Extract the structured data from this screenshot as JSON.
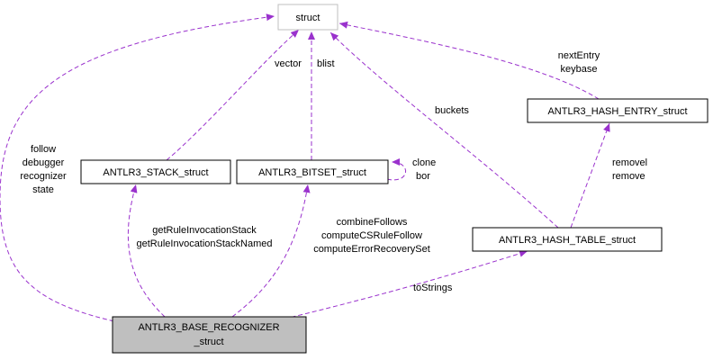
{
  "colors": {
    "edge": "#9a32cd",
    "node_border": "#000000",
    "node_fill": "#ffffff",
    "struct_border": "#bfbfbf",
    "highlight_fill": "#bfbfbf"
  },
  "nodes": {
    "struct": {
      "label": "struct"
    },
    "stack": {
      "label": "ANTLR3_STACK_struct"
    },
    "bitset": {
      "label": "ANTLR3_BITSET_struct"
    },
    "hash_entry": {
      "label": "ANTLR3_HASH_ENTRY_struct"
    },
    "hash_table": {
      "label": "ANTLR3_HASH_TABLE_struct"
    },
    "base_recognizer": {
      "label_line1": "ANTLR3_BASE_RECOGNIZER",
      "label_line2": "_struct"
    }
  },
  "edges": {
    "follow": {
      "labels": [
        "follow",
        "debugger",
        "recognizer",
        "state"
      ]
    },
    "vector": {
      "labels": [
        "vector"
      ]
    },
    "blist": {
      "labels": [
        "blist"
      ]
    },
    "buckets": {
      "labels": [
        "buckets"
      ]
    },
    "next_entry": {
      "labels": [
        "nextEntry",
        "keybase"
      ]
    },
    "clone": {
      "labels": [
        "clone",
        "bor"
      ]
    },
    "removel": {
      "labels": [
        "removel",
        "remove"
      ]
    },
    "stack_to_base": {
      "labels": [
        "getRuleInvocationStack",
        "getRuleInvocationStackNamed"
      ]
    },
    "bitset_to_base": {
      "labels": [
        "combineFollows",
        "computeCSRuleFollow",
        "computeErrorRecoverySet"
      ]
    },
    "hash_table_to_base": {
      "labels": [
        "toStrings"
      ]
    }
  }
}
